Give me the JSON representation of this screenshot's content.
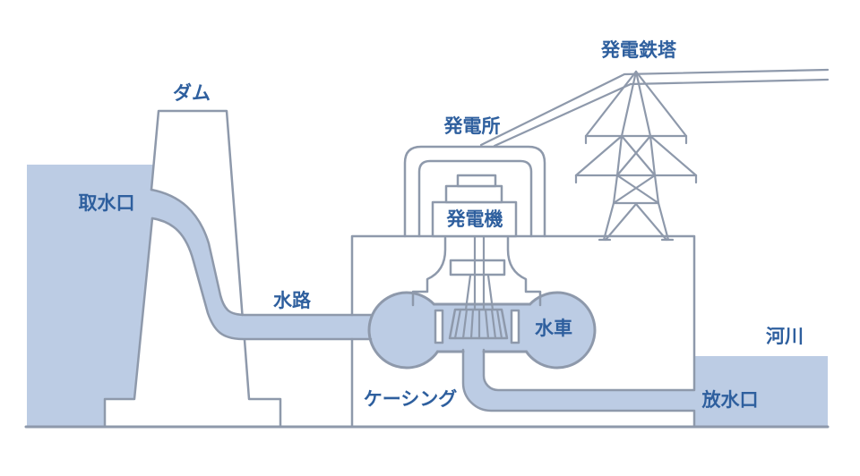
{
  "diagram": {
    "labels": {
      "dam": "ダム",
      "intake": "取水口",
      "waterway": "水路",
      "powerhouse": "発電所",
      "generator": "発電機",
      "tower": "発電鉄塔",
      "turbine": "水車",
      "casing": "ケーシング",
      "outlet": "放水口",
      "river": "河川"
    },
    "palette": {
      "water_fill": "#bccce4",
      "outline_gray": "#8e99ab",
      "label_blue": "#2e5f9e",
      "background": "#ffffff"
    }
  }
}
